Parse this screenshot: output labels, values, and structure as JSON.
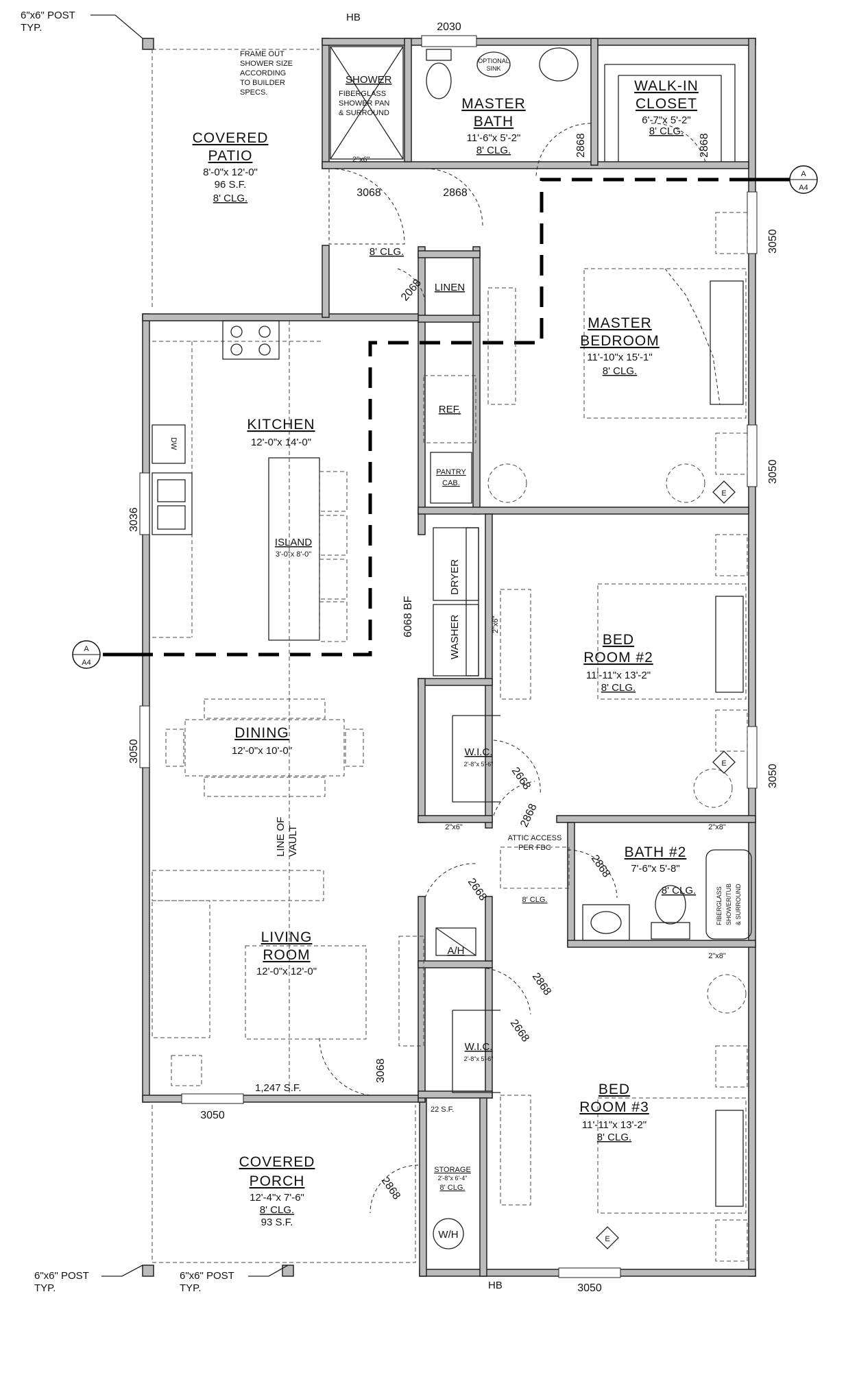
{
  "labels": {
    "post_top": "6\"x6\" POST",
    "post_top_typ": "TYP.",
    "post_bl": "6\"x6\" POST",
    "post_bl_typ": "TYP.",
    "post_bm": "6\"x6\" POST",
    "post_bm_typ": "TYP.",
    "hb_top": "HB",
    "hb_bottom": "HB",
    "frame_out": [
      "FRAME OUT",
      "SHOWER SIZE",
      "ACCORDING",
      "TO BUILDER",
      "SPECS."
    ],
    "shower": "SHOWER",
    "shower_note": [
      "FIBERGLASS",
      "SHOWER PAN",
      "& SURROUND"
    ],
    "optional_sink": [
      "OPTIONAL",
      "SINK"
    ],
    "wall_2x6_master": "2\"x6\"",
    "wall_2x6_wic2": "2\"x6\"",
    "wall_2x8_bath_top": "2\"x8\"",
    "wall_2x8_bath_bottom": "2\"x8\"",
    "wall_2x6_laundry": "2\"x6\"",
    "attic": [
      "ATTIC ACCESS",
      "PER FBC"
    ],
    "fiberglass_tub": [
      "FIBERGLASS",
      "SHOWER/TUB",
      "& SURROUND"
    ],
    "line_of_vault": [
      "LINE OF",
      "VAULT"
    ],
    "total_sf": "1,247 S.F.",
    "storage_sf": "22 S.F.",
    "section_letter": "A",
    "section_sheet": "A4",
    "section_letter_left": "A",
    "section_sheet_left": "A4",
    "elec_1": "E",
    "elec_2": "E",
    "elec_3": "E"
  },
  "rooms": {
    "covered_patio": {
      "name": [
        "COVERED",
        "PATIO"
      ],
      "dims": "8'-0\"x 12'-0\"",
      "area": "96 S.F.",
      "ceiling": "8' CLG."
    },
    "master_bath": {
      "name": [
        "MASTER",
        "BATH"
      ],
      "dims": "11'-6\"x 5'-2\"",
      "ceiling": "8' CLG."
    },
    "walk_in_closet": {
      "name": [
        "WALK-IN",
        "CLOSET"
      ],
      "dims": "6'-7\"x 5'-2\"",
      "ceiling": "8' CLG."
    },
    "hall_ceiling": "8' CLG.",
    "linen": "LINEN",
    "master_bedroom": {
      "name": [
        "MASTER",
        "BEDROOM"
      ],
      "dims": "11'-10\"x 15'-1\"",
      "ceiling": "8' CLG."
    },
    "kitchen": {
      "name": "KITCHEN",
      "dims": "12'-0\"x 14'-0\""
    },
    "ref": "REF.",
    "pantry": [
      "PANTRY",
      "CAB."
    ],
    "dw": "DW",
    "island": {
      "name": "ISLAND",
      "dims": "3'-0\"x 8'-0\""
    },
    "dryer": "DRYER",
    "washer": "WASHER",
    "bedroom2": {
      "name": [
        "BED",
        "ROOM #2"
      ],
      "dims": "11'-11\"x 13'-2\"",
      "ceiling": "8' CLG."
    },
    "wic_2": {
      "name": "W.I.C.",
      "dims": "2'-8\"x 5'-6\""
    },
    "dining": {
      "name": "DINING",
      "dims": "12'-0\"x 10'-0\""
    },
    "bath2": {
      "name": "BATH #2",
      "dims": "7'-6\"x 5'-8\"",
      "ceiling": "8' CLG."
    },
    "attic_ceiling": "8' CLG.",
    "ah": "A/H",
    "living_room": {
      "name": [
        "LIVING",
        "ROOM"
      ],
      "dims": "12'-0\"x 12'-0\""
    },
    "wic_3": {
      "name": "W.I.C.",
      "dims": "2'-8\"x 5'-6\""
    },
    "bedroom3": {
      "name": [
        "BED",
        "ROOM #3"
      ],
      "dims": "11'-11\"x 13'-2\"",
      "ceiling": "8' CLG."
    },
    "covered_porch": {
      "name": [
        "COVERED",
        "PORCH"
      ],
      "dims": "12'-4\"x 7'-6\"",
      "ceiling": "8' CLG.",
      "area": "93 S.F."
    },
    "storage": {
      "name": "STORAGE",
      "dims": "2'-8\"x 6'-4\"",
      "ceiling": "8' CLG."
    },
    "wh": "W/H"
  },
  "openings": {
    "top_window": "2030",
    "patio_door": "3068",
    "bath_door": "2868",
    "bath_side_door": "2868",
    "closet_door": "2868",
    "master_window_1": "3050",
    "master_window_2": "3050",
    "linen_door": "2068",
    "kitchen_window": "3036",
    "laundry_door": "6068 BF",
    "bed2_window": "3050",
    "dining_window": "3050",
    "wic2_door": "2668",
    "bed2_door": "2868",
    "bath2_door": "2868",
    "ah_door_1": "2668",
    "ah_door_2": "2868",
    "wic3_door": "2668",
    "front_door": "3068",
    "living_window": "3050",
    "storage_door": "2868",
    "bed3_window": "3050"
  }
}
